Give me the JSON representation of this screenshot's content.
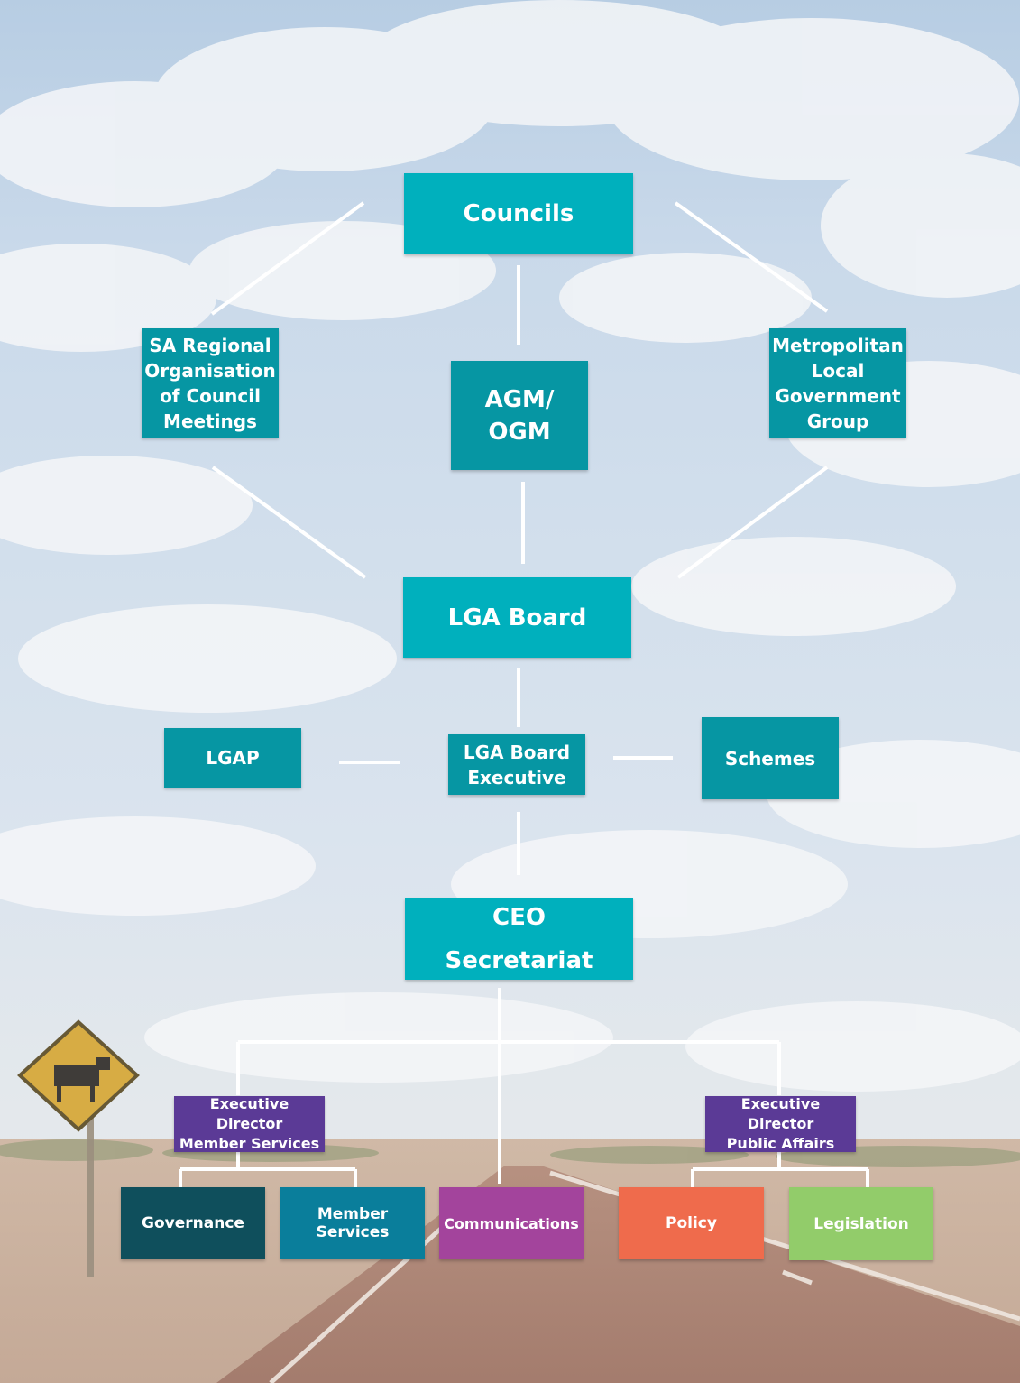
{
  "nodes": {
    "councils": "Councils",
    "sa_regional": "SA Regional\nOrganisation\nof Council\nMeetings",
    "agm_ogm": "AGM/\nOGM",
    "metro_lgg": "Metropolitan\nLocal\nGovernment\nGroup",
    "lga_board": "LGA Board",
    "lgap": "LGAP",
    "lga_board_exec": "LGA Board\nExecutive",
    "schemes": "Schemes",
    "ceo_line1": "CEO",
    "ceo_line2": "Secretariat",
    "ed_member_services": "Executive Director\nMember Services",
    "ed_public_affairs": "Executive Director\nPublic Affairs",
    "governance": "Governance",
    "member_services": "Member\nServices",
    "communications": "Communications",
    "policy": "Policy",
    "legislation": "Legislation"
  },
  "colors": {
    "teal": "#00b0bd",
    "dark_teal": "#0696a3",
    "purple": "#5b3a96",
    "governance": "#0f4f5c",
    "member_services": "#0a7e9b",
    "communications": "#a3449c",
    "policy": "#ef6b4c",
    "legislation": "#92cc6a",
    "connector": "#ffffff"
  }
}
